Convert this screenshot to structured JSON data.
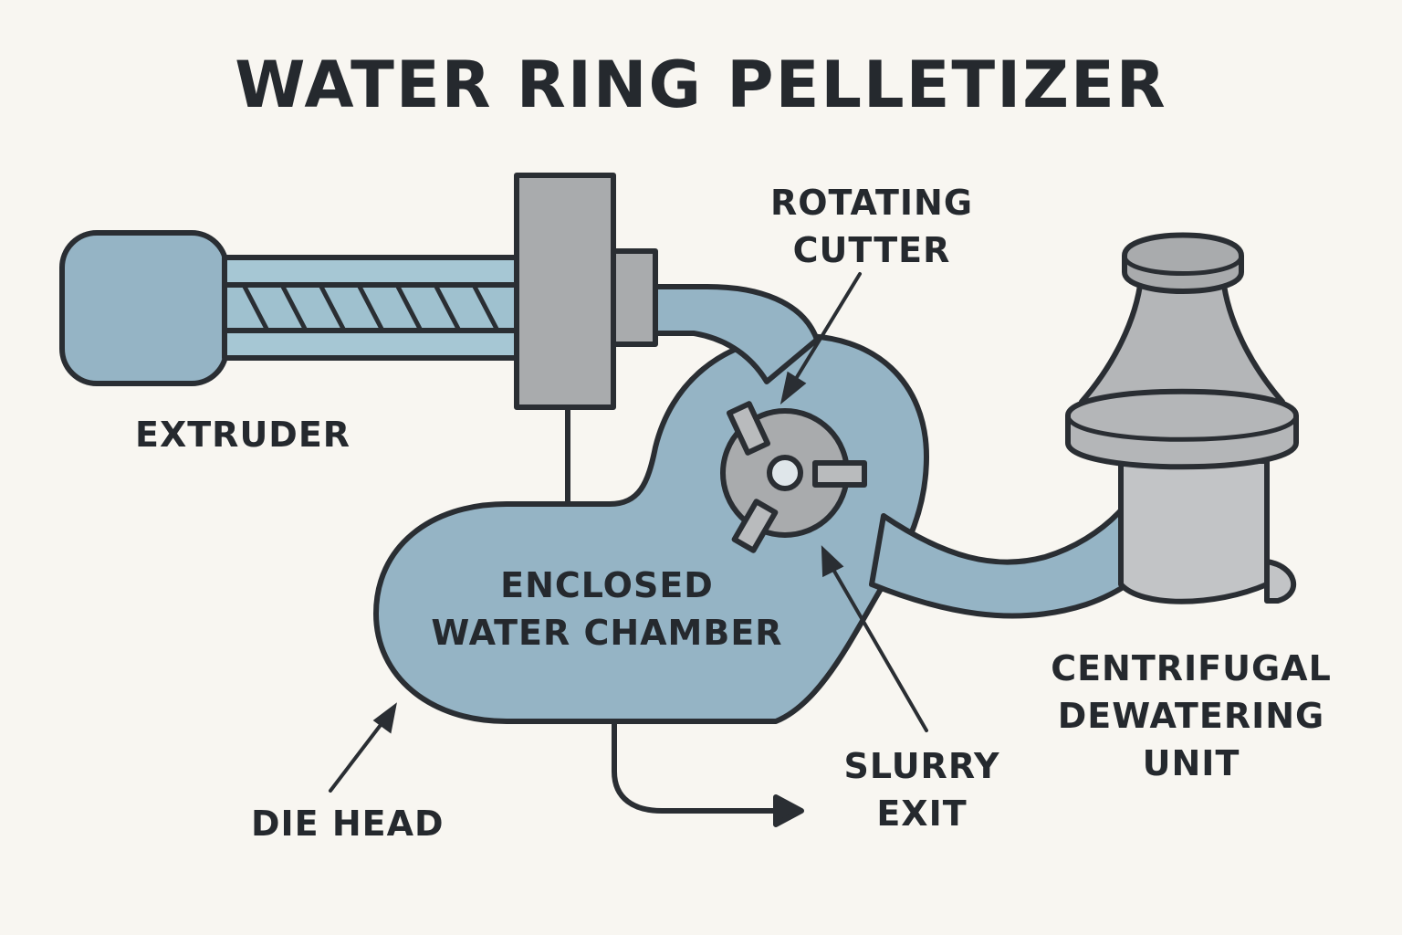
{
  "title": "WATER RING PELLETIZER",
  "labels": {
    "extruder": "EXTRUDER",
    "rotating_cutter": [
      "ROTATING",
      "CUTTER"
    ],
    "enclosed_water_chamber": [
      "ENCLOSED",
      "WATER CHAMBER"
    ],
    "die_head": "DIE HEAD",
    "slurry_exit": [
      "SLURRY",
      "EXIT"
    ],
    "centrifugal_dewatering_unit": [
      "CENTRIFUGAL",
      "DEWATERING",
      "UNIT"
    ]
  },
  "colors": {
    "background": "#f8f6f1",
    "outline": "#2a2e33",
    "water_blue": "#95b4c5",
    "barrel_blue": "#a6c7d4",
    "metal_gray": "#a9abad",
    "dewater_gray": "#c2c4c6",
    "text": "#25292e"
  }
}
